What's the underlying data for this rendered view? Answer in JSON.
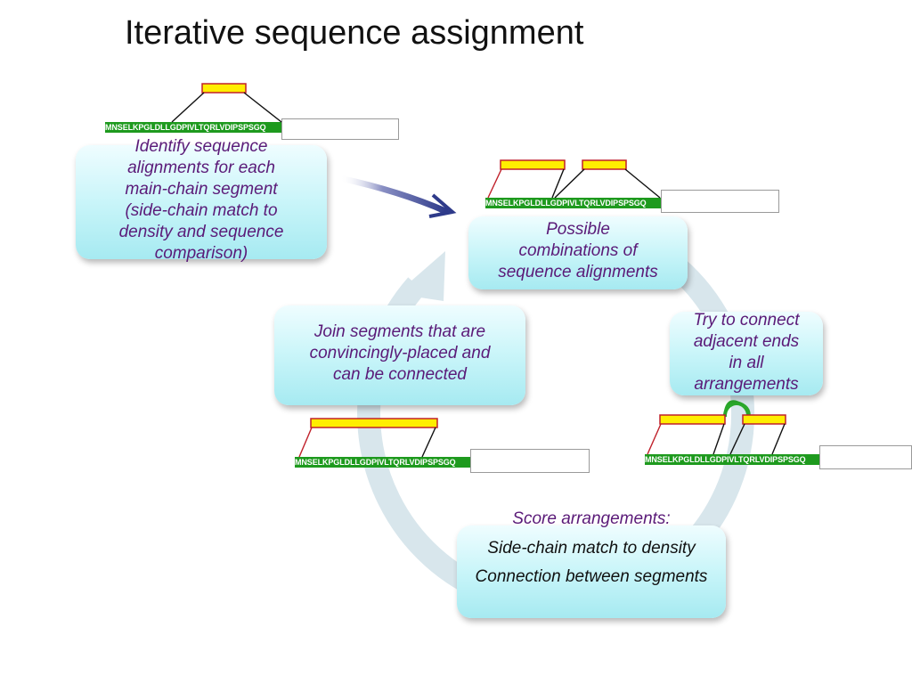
{
  "title": "Iterative sequence assignment",
  "sequence": "MNSELKPGLDLLGDPIVLTQRLVDIPSPSGQ",
  "boxes": {
    "identify": [
      "Identify sequence",
      "alignments for each",
      "main-chain segment",
      "(side-chain match to",
      "density and sequence",
      "comparison)"
    ],
    "possible": [
      "Possible",
      "combinations of",
      "sequence alignments"
    ],
    "try": [
      "Try to connect",
      "adjacent ends",
      "in all",
      "arrangements"
    ],
    "join": [
      "Join segments that are",
      "convincingly-placed and",
      "can be connected"
    ],
    "score_title": "Score arrangements:",
    "score_items": [
      "Side-chain match to density",
      "Connection between segments"
    ]
  },
  "colors": {
    "segment_fill": "#ffee00",
    "segment_border": "#c0202a",
    "sequence_bar": "#1e9a1e",
    "box_text": "#5a1a78",
    "arrow": "#2e3a8a",
    "cycle": "#d8e6ec",
    "connector": "#2aa82a"
  }
}
